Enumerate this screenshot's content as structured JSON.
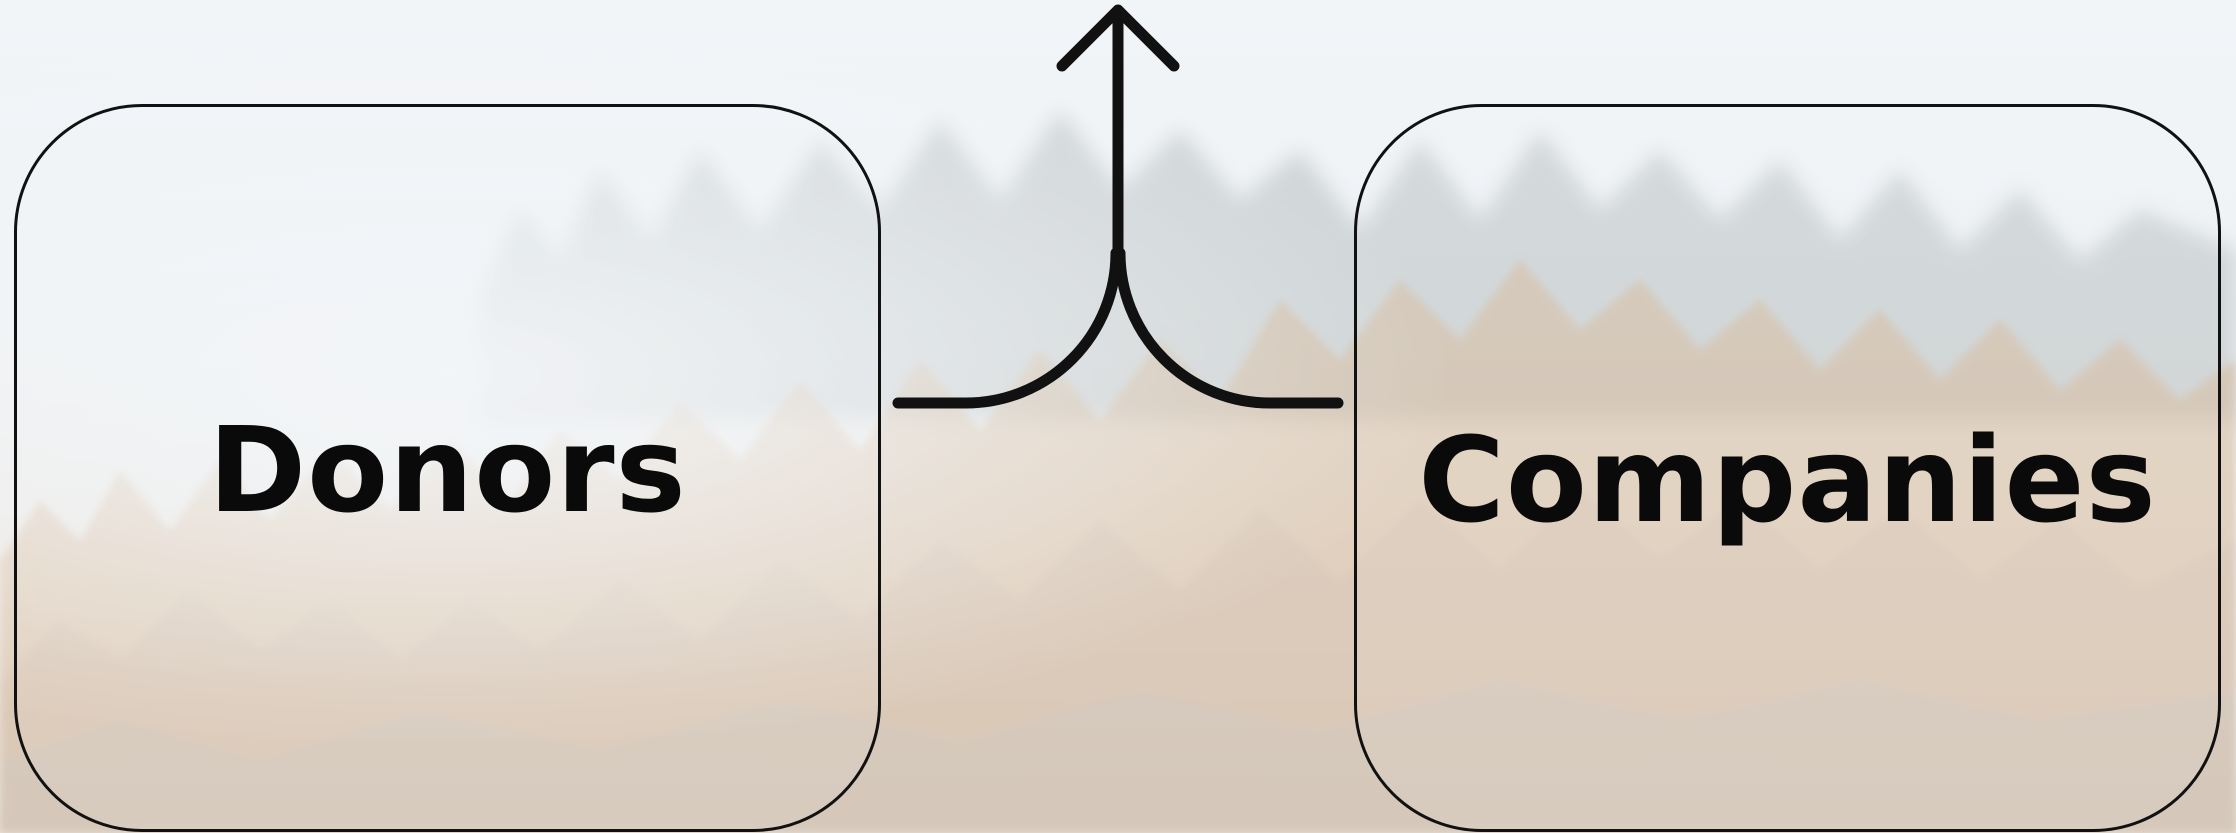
{
  "diagram": {
    "nodes": [
      {
        "id": "donors",
        "label": "Donors"
      },
      {
        "id": "companies",
        "label": "Companies"
      }
    ],
    "connector": {
      "type": "merge-arrow",
      "from": [
        "donors",
        "companies"
      ],
      "direction": "up"
    },
    "colors": {
      "stroke": "#111111",
      "text": "#0a0a0a",
      "sky": "#eef3f7",
      "foliage": "#c9a882"
    }
  }
}
